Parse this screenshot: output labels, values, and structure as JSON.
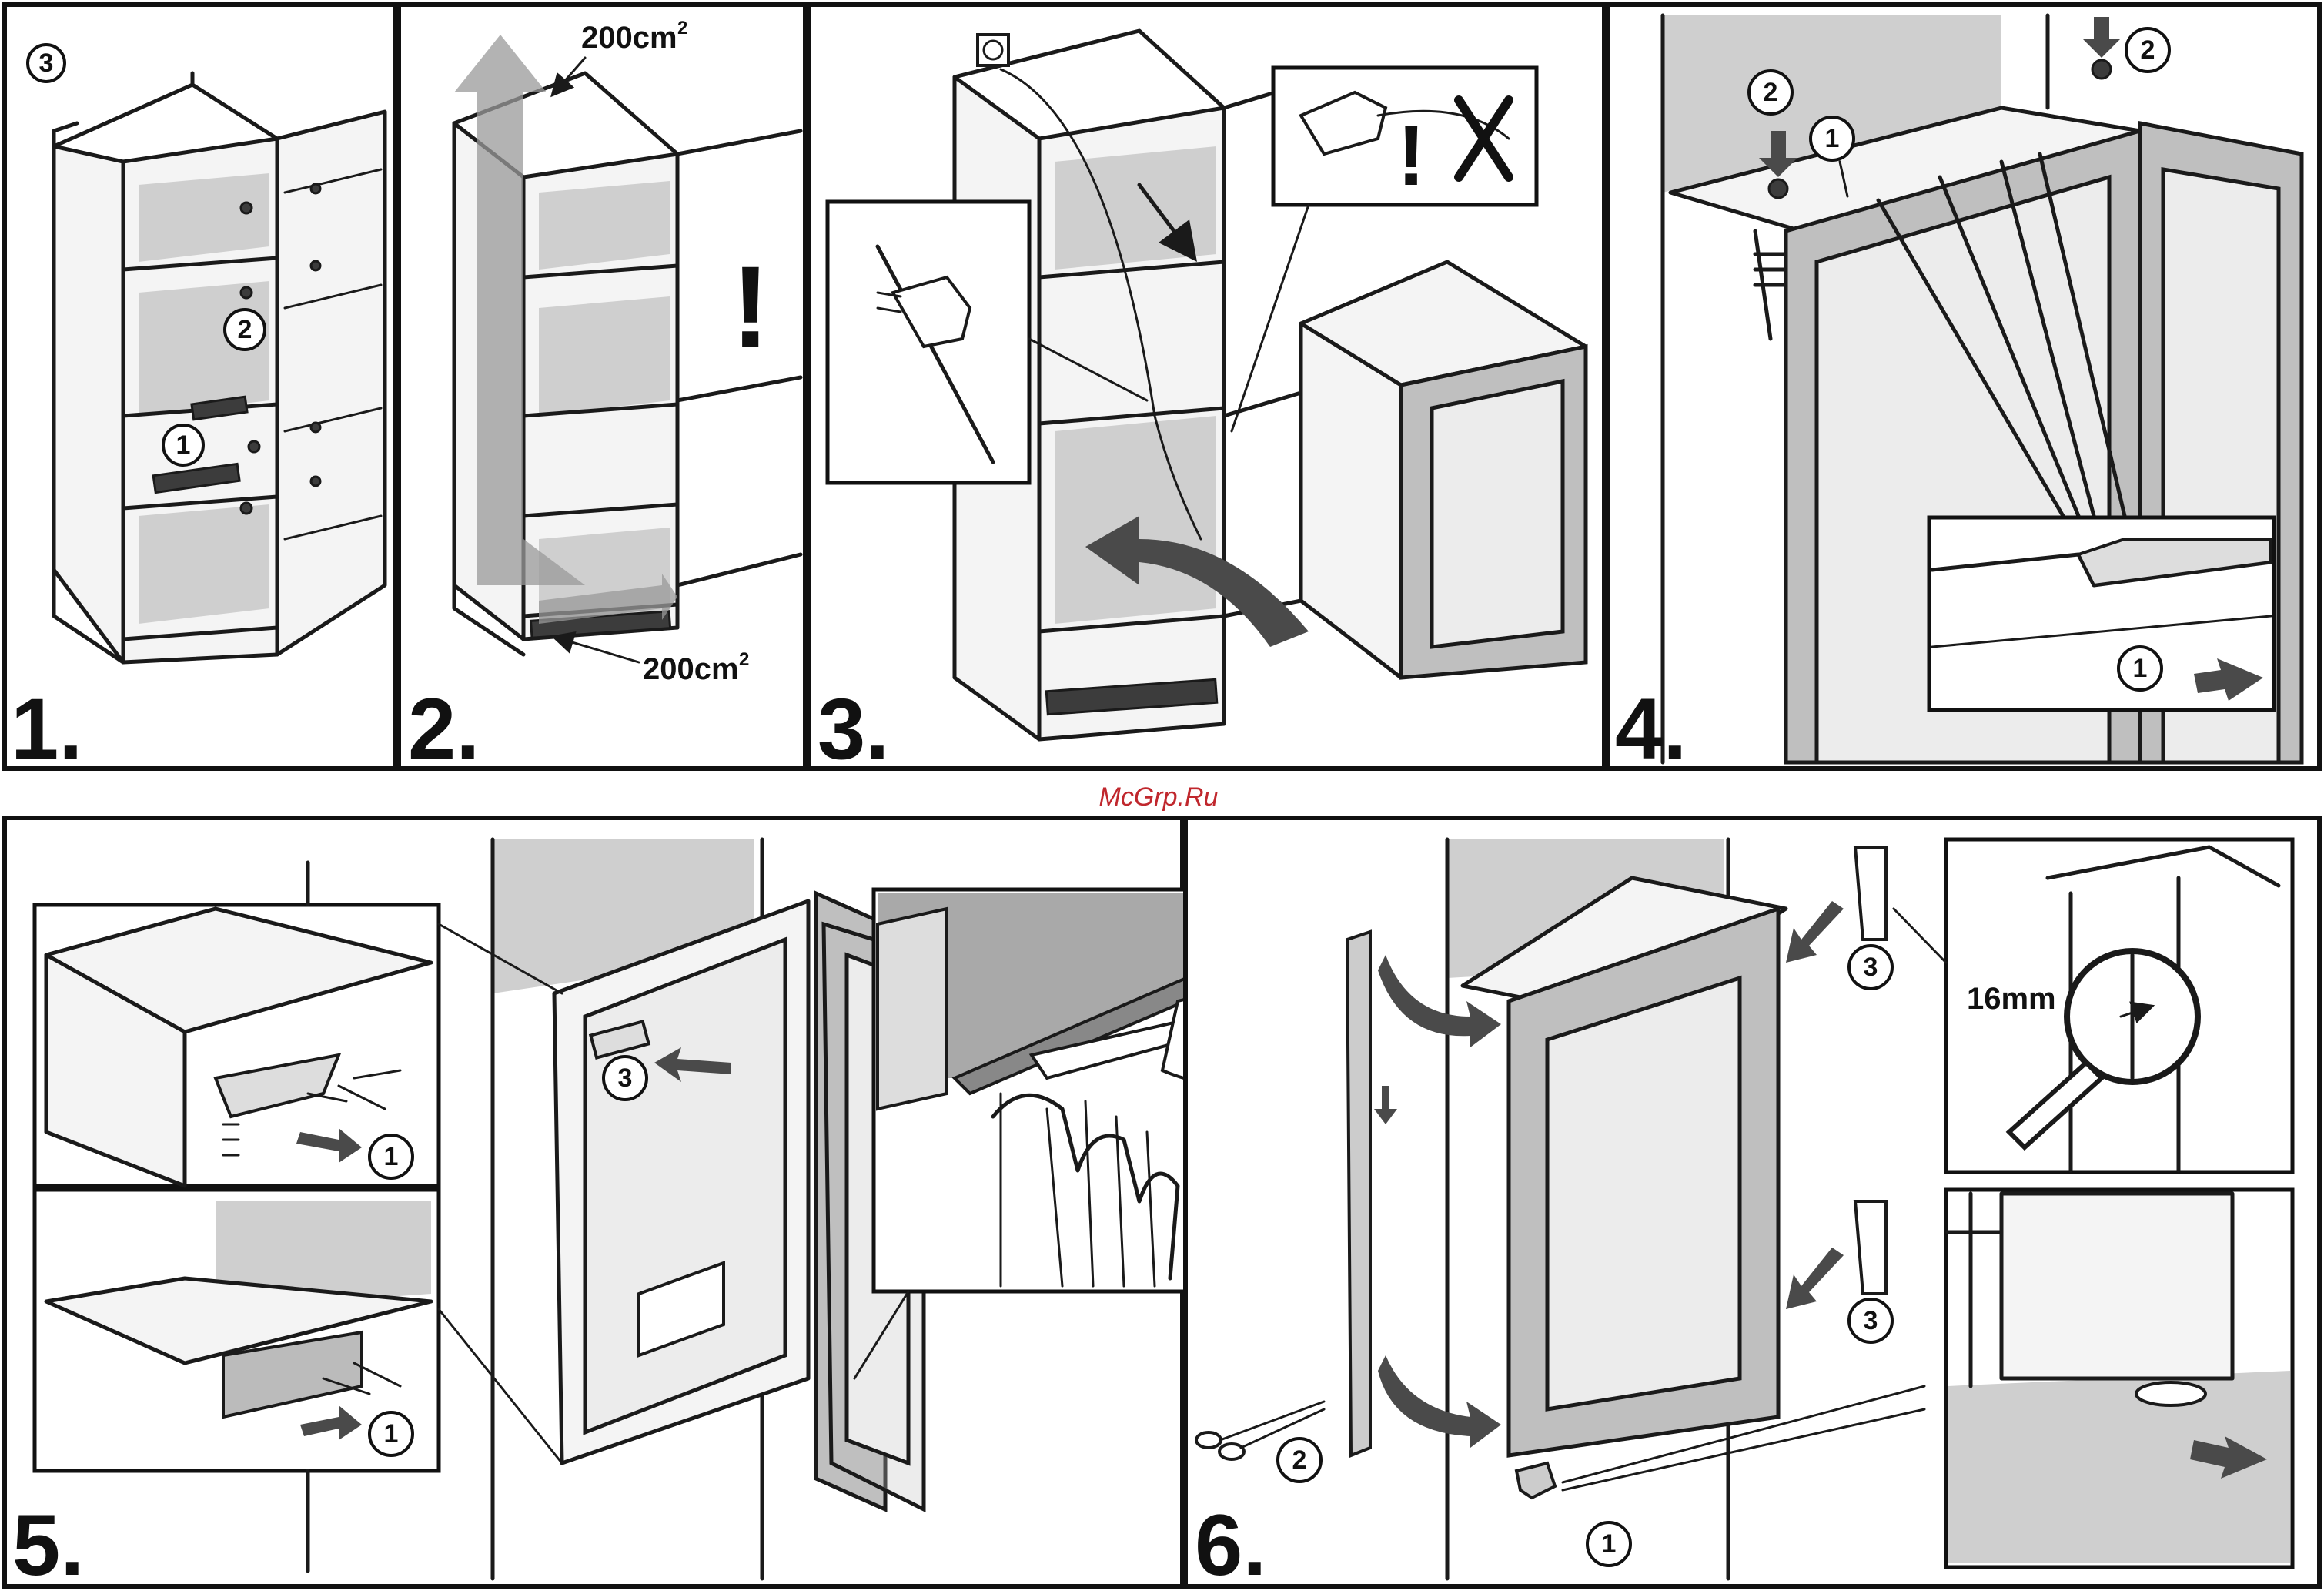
{
  "watermark": "McGrp.Ru",
  "steps": {
    "s1": {
      "number": "1.",
      "top_callout": "3",
      "callout_a": "2",
      "callout_b": "1"
    },
    "s2": {
      "number": "2.",
      "vent_top": "200cm",
      "vent_top_sup": "2",
      "vent_bottom": "200cm",
      "vent_bottom_sup": "2",
      "warning": "!"
    },
    "s3": {
      "number": "3.",
      "warning": "!"
    },
    "s4": {
      "number": "4.",
      "callout_screw_left": "2",
      "callout_screw_right": "2",
      "callout_bar": "1",
      "callout_inset": "1"
    },
    "s5": {
      "number": "5.",
      "callout_top_bracket": "1",
      "callout_bottom_bracket": "1",
      "callout_label": "3"
    },
    "s6": {
      "number": "6.",
      "gap": "16mm",
      "callout_hinge_top": "3",
      "callout_hinge_bottom": "3",
      "callout_scissors": "2",
      "callout_key": "1"
    }
  },
  "colors": {
    "ink": "#111111",
    "shade": "#cfcfcf",
    "watermark": "#c0272d"
  }
}
